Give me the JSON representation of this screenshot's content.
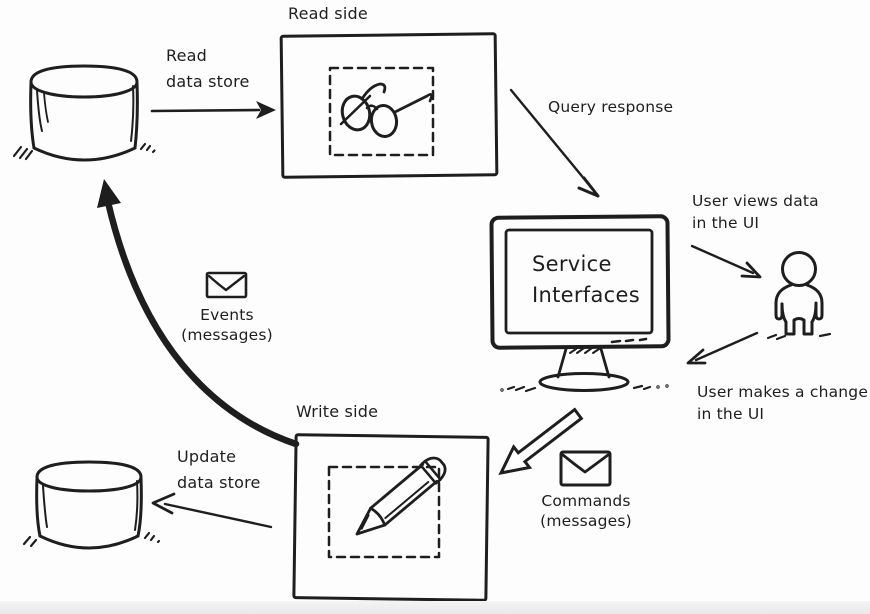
{
  "colors": {
    "ink": "#1e1e1e",
    "background": "#fdfdfd",
    "footer_band": "#e9e9e9"
  },
  "labels": {
    "read_side": "Read side",
    "write_side": "Write side",
    "read_data_store": {
      "line1": "Read",
      "line2": "data store"
    },
    "update_data_store": {
      "line1": "Update",
      "line2": "data store"
    },
    "query_response": "Query response",
    "service_interfaces": {
      "line1": "Service",
      "line2": "Interfaces"
    },
    "user_views": {
      "line1": "User views data",
      "line2": "in the UI"
    },
    "user_makes": {
      "line1": "User makes a change",
      "line2": "in the UI"
    },
    "events": {
      "line1": "Events",
      "line2": "(messages)"
    },
    "commands": {
      "line1": "Commands",
      "line2": "(messages)"
    }
  },
  "icons": {
    "read_database": "database-cylinder",
    "write_database": "database-cylinder",
    "glasses": "eyeglasses-sketch",
    "pencil": "pencil-sketch",
    "monitor": "computer-monitor",
    "person": "stick-person",
    "events_envelope": "envelope",
    "commands_envelope": "envelope"
  }
}
